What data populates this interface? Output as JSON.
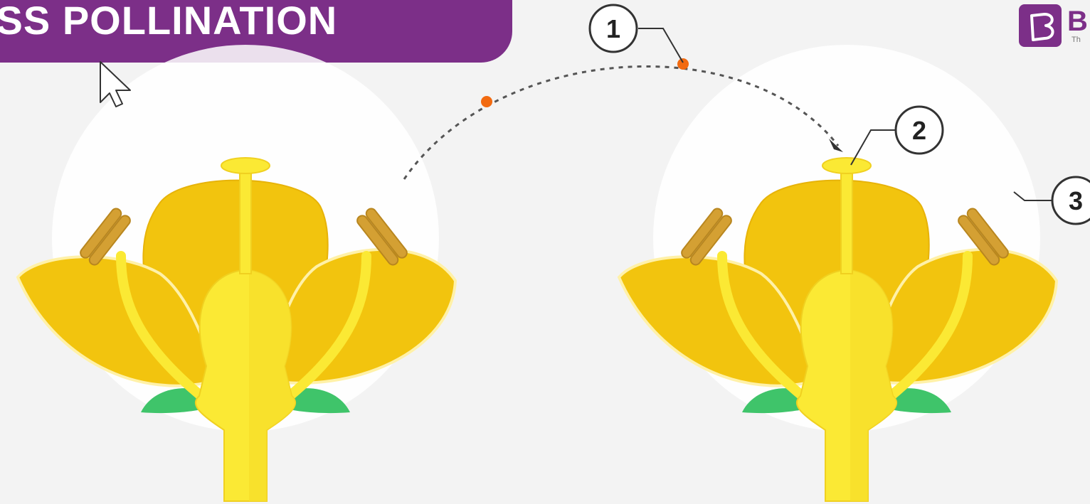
{
  "title": "OSS POLLINATION",
  "callouts": [
    {
      "number": "1"
    },
    {
      "number": "2"
    },
    {
      "number": "3"
    }
  ],
  "logo": {
    "letter": "B",
    "tagline": "Th"
  },
  "colors": {
    "banner": "#7c2f88",
    "petal": "#f2c40e",
    "pistil": "#fbe934",
    "stamen": "#d4a033",
    "sepal": "#3fc46a",
    "pollen": "#f26a10",
    "background": "#f3f3f3"
  },
  "icons": [
    "mouse-pointer-icon",
    "arrowhead-icon",
    "logo-icon"
  ]
}
